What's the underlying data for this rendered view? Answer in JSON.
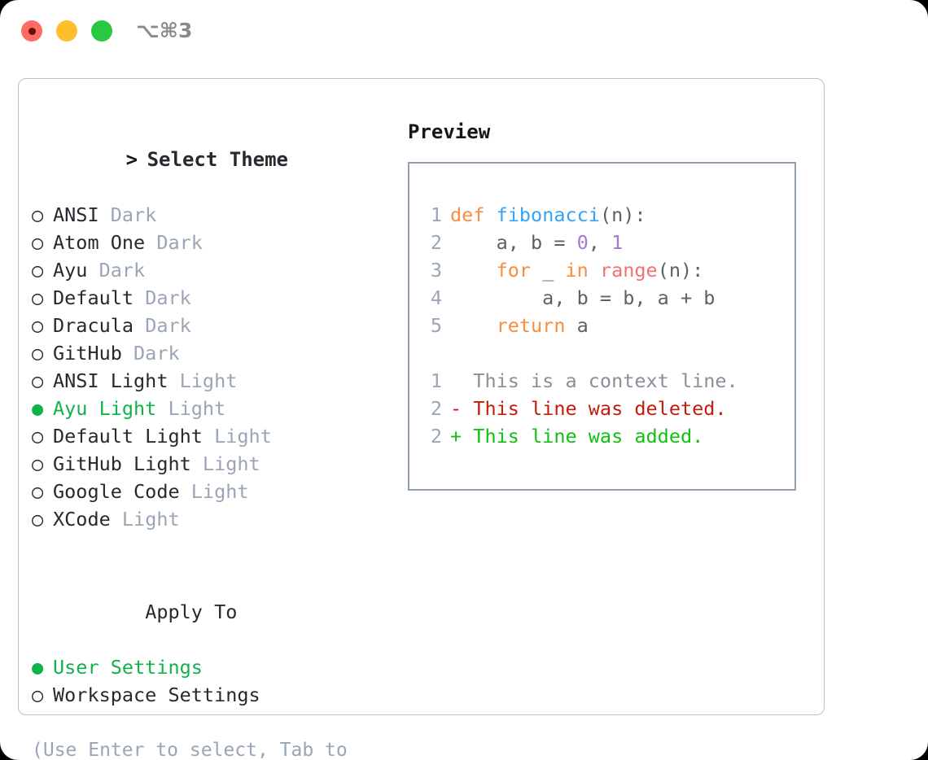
{
  "titlebar": {
    "traffic_lights": [
      "close",
      "minimize",
      "maximize"
    ],
    "shortcut": "⌥⌘3"
  },
  "theme_panel": {
    "header_marker": ">",
    "header_label": "Select Theme",
    "items": [
      {
        "marker": "○",
        "label": "ANSI",
        "tag": "Dark",
        "selected": false
      },
      {
        "marker": "○",
        "label": "Atom One",
        "tag": "Dark",
        "selected": false
      },
      {
        "marker": "○",
        "label": "Ayu",
        "tag": "Dark",
        "selected": false
      },
      {
        "marker": "○",
        "label": "Default",
        "tag": "Dark",
        "selected": false
      },
      {
        "marker": "○",
        "label": "Dracula",
        "tag": "Dark",
        "selected": false
      },
      {
        "marker": "○",
        "label": "GitHub",
        "tag": "Dark",
        "selected": false
      },
      {
        "marker": "○",
        "label": "ANSI Light",
        "tag": "Light",
        "selected": false
      },
      {
        "marker": "●",
        "label": "Ayu Light",
        "tag": "Light",
        "selected": true
      },
      {
        "marker": "○",
        "label": "Default Light",
        "tag": "Light",
        "selected": false
      },
      {
        "marker": "○",
        "label": "GitHub Light",
        "tag": "Light",
        "selected": false
      },
      {
        "marker": "○",
        "label": "Google Code",
        "tag": "Light",
        "selected": false
      },
      {
        "marker": "○",
        "label": "XCode",
        "tag": "Light",
        "selected": false
      }
    ]
  },
  "apply_to": {
    "header_marker": " ",
    "header_label": "Apply To",
    "items": [
      {
        "marker": "●",
        "label": "User Settings",
        "selected": true
      },
      {
        "marker": "○",
        "label": "Workspace Settings",
        "selected": false
      }
    ]
  },
  "hint": "(Use Enter to select, Tab to change focus)",
  "preview": {
    "title": "Preview",
    "code_lines": [
      {
        "num": "1",
        "tokens": [
          {
            "t": "def",
            "c": "kw"
          },
          {
            "t": " ",
            "c": "pl"
          },
          {
            "t": "fibonacci",
            "c": "fn"
          },
          {
            "t": "(n):",
            "c": "pl"
          }
        ]
      },
      {
        "num": "2",
        "tokens": [
          {
            "t": "    a, b = ",
            "c": "pl"
          },
          {
            "t": "0",
            "c": "num"
          },
          {
            "t": ", ",
            "c": "pl"
          },
          {
            "t": "1",
            "c": "num"
          }
        ]
      },
      {
        "num": "3",
        "tokens": [
          {
            "t": "    ",
            "c": "pl"
          },
          {
            "t": "for",
            "c": "kw"
          },
          {
            "t": " _ ",
            "c": "pl"
          },
          {
            "t": "in",
            "c": "kw"
          },
          {
            "t": " ",
            "c": "pl"
          },
          {
            "t": "range",
            "c": "bi"
          },
          {
            "t": "(n):",
            "c": "pl"
          }
        ]
      },
      {
        "num": "4",
        "tokens": [
          {
            "t": "        a, b = b, a + b",
            "c": "pl"
          }
        ]
      },
      {
        "num": "5",
        "tokens": [
          {
            "t": "    ",
            "c": "pl"
          },
          {
            "t": "return",
            "c": "kw"
          },
          {
            "t": " a",
            "c": "pl"
          }
        ]
      }
    ],
    "diff_lines": [
      {
        "num": "1",
        "prefix": "  ",
        "text": "This is a context line.",
        "kind": "ctx"
      },
      {
        "num": "2",
        "prefix": "- ",
        "text": "This line was deleted.",
        "kind": "del"
      },
      {
        "num": "2",
        "prefix": "+ ",
        "text": "This line was added.",
        "kind": "add"
      }
    ]
  },
  "colors": {
    "selected_green": "#11b24a",
    "tag_gray": "#9aa5b5",
    "keyword_orange": "#fa8d3e",
    "function_blue": "#36a3f7",
    "number_purple": "#a37acc",
    "builtin_red": "#f07171",
    "diff_deleted": "#c41b0a",
    "diff_added": "#11c111",
    "frame_border": "#b9c0ca",
    "preview_border": "#93a0b0",
    "light_red": "#ff6b63",
    "light_yellow": "#ffbe2e",
    "light_green": "#28c840"
  }
}
